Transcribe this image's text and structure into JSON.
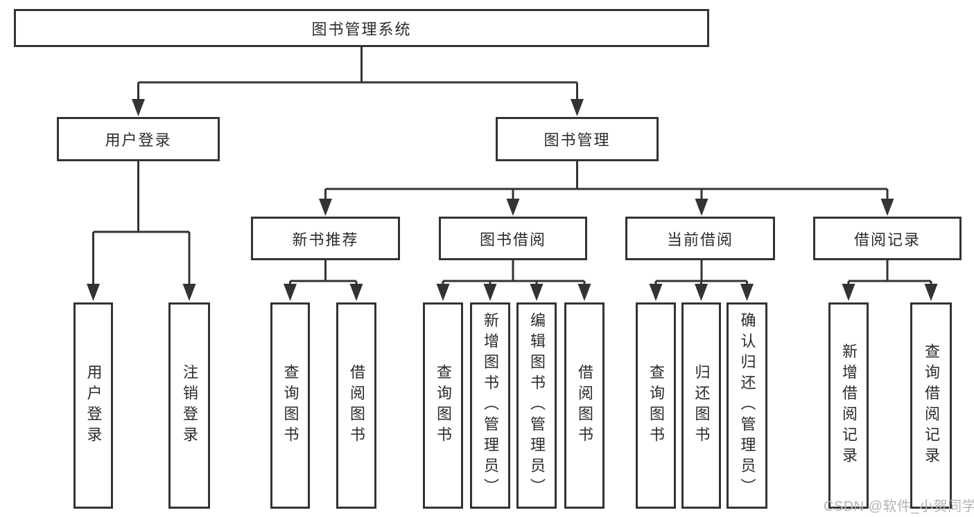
{
  "tree": {
    "root": "图书管理系统",
    "branches": [
      {
        "label": "用户登录",
        "children": [
          "用户登录",
          "注销登录"
        ]
      },
      {
        "label": "图书管理",
        "groups": [
          {
            "label": "新书推荐",
            "children": [
              "查询图书",
              "借阅图书"
            ]
          },
          {
            "label": "图书借阅",
            "children": [
              "查询图书",
              "新增图书（管理员）",
              "编辑图书（管理员）",
              "借阅图书"
            ]
          },
          {
            "label": "当前借阅",
            "children": [
              "查询图书",
              "归还图书",
              "确认归还（管理员）"
            ]
          },
          {
            "label": "借阅记录",
            "children": [
              "新增借阅记录",
              "查询借阅记录"
            ]
          }
        ]
      }
    ]
  },
  "watermark": "CSDN @软件_小贺同学",
  "colors": {
    "line": "#333333",
    "text": "#2b2b2b",
    "watermark": "#b4b4b4",
    "background": "#ffffff"
  }
}
